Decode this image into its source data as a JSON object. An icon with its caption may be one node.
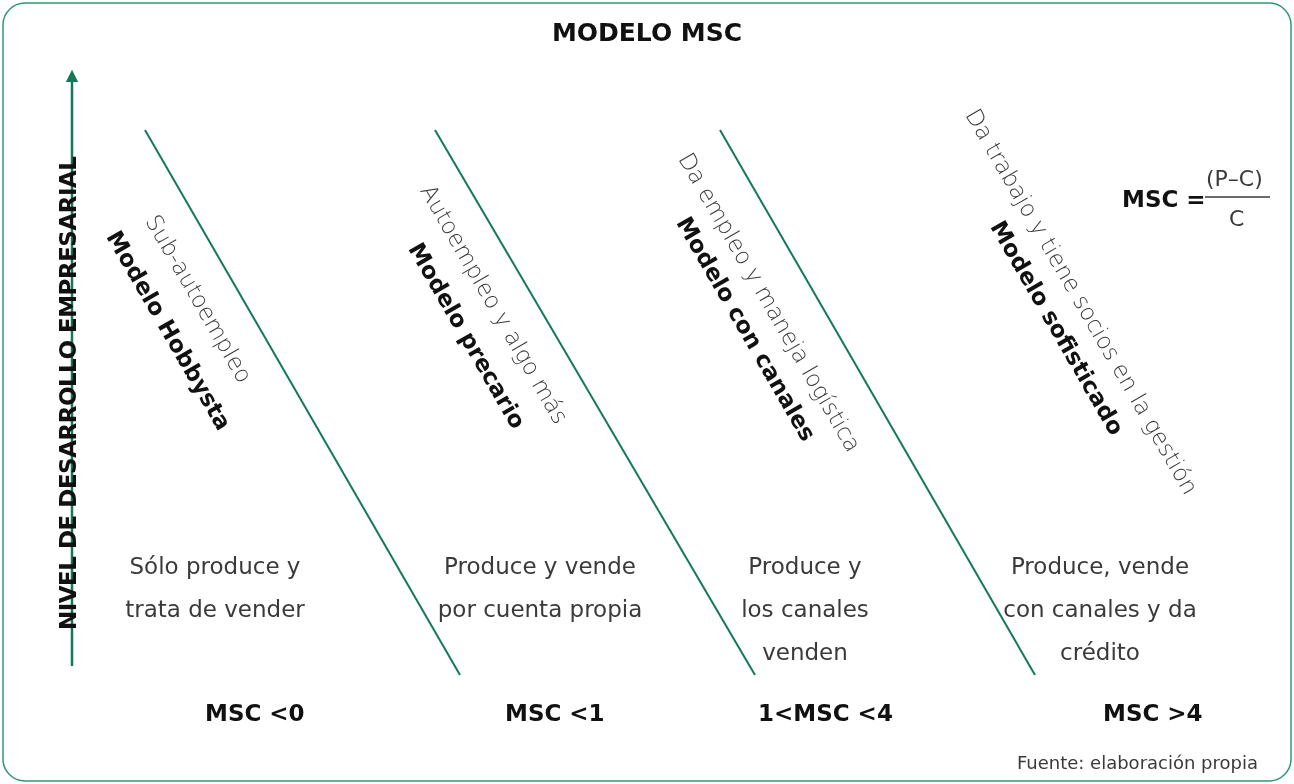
{
  "diagram": {
    "title": "MODELO MSC",
    "caption": "Fuente: elaboración propia",
    "labels": [
      "NIVEL DE DESARROLLO EMPRESARIAL",
      "Modelo Hobbysta",
      "Sub-autoempleo",
      "Sólo produce y trata de vender",
      "MSC <0",
      "Modelo precario",
      "Autoempleo y algo más",
      "Produce y vende por cuenta propia",
      "MSC <1",
      "Modelo con canales",
      "Da empleo y maneja logística",
      "Produce y los canales venden",
      "1<MSC <4",
      "Modelo sofisticado",
      "Da trabajo y tiene socios en la gestión",
      "Produce, vende con canales y da crédito",
      "MSC >4",
      "MSC =",
      "(P–C)",
      "C"
    ]
  }
}
